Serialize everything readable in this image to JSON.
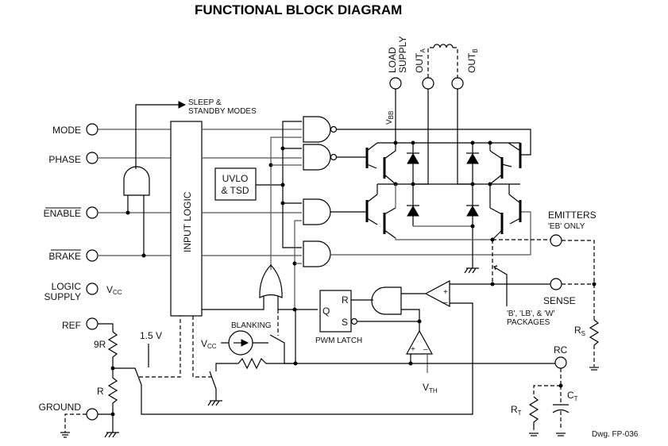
{
  "title": "FUNCTIONAL BLOCK DIAGRAM",
  "pins": {
    "mode": "MODE",
    "phase": "PHASE",
    "enable": "ENABLE",
    "brake": "BRAKE",
    "logic_supply_1": "LOGIC",
    "logic_supply_2": "SUPPLY",
    "vcc": "V",
    "vcc_sub": "CC",
    "ref": "REF",
    "ground": "GROUND",
    "load_supply_1": "LOAD",
    "load_supply_2": "SUPPLY",
    "out_a": "OUT",
    "out_a_sub": "A",
    "out_b": "OUT",
    "out_b_sub": "B",
    "emitters": "EMITTERS",
    "emitters_note": "'EB' ONLY",
    "sense": "SENSE",
    "rc": "RC"
  },
  "blocks": {
    "input_logic": "INPUT LOGIC",
    "uvlo_1": "UVLO",
    "uvlo_2": "& TSD",
    "pwm_latch": "PWM LATCH",
    "latch_q": "Q",
    "latch_r": "R",
    "latch_s": "S",
    "blanking": "BLANKING",
    "sleep_1": "SLEEP &",
    "sleep_2": "STANDBY MODES"
  },
  "labels": {
    "vbb": "V",
    "vbb_sub": "BB",
    "vcc2": "V",
    "vcc2_sub": "CC",
    "v15": "1.5 V",
    "r9": "9R",
    "r": "R",
    "vth": "V",
    "vth_sub": "TH",
    "rs": "R",
    "rs_sub": "S",
    "rt": "R",
    "rt_sub": "T",
    "ct": "C",
    "ct_sub": "T",
    "packages_1": "'B', 'LB', & 'W'",
    "packages_2": "PACKAGES",
    "plus": "+",
    "minus": "–",
    "drawing_no": "Dwg. FP-036"
  }
}
